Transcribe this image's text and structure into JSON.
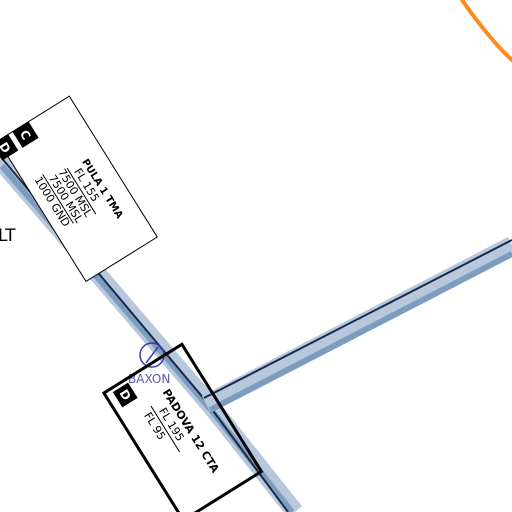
{
  "map": {
    "background": "#ffffff",
    "colors": {
      "boundary_band": "#b7c8dc",
      "boundary_band_dark": "#7e9cc0",
      "boundary_line": "#1a2a48",
      "route": "#ff8c1a",
      "waypoint": "#3a3aa8",
      "label_border": "#000000",
      "class_badge": "#000000"
    },
    "edge_fragment": "LT",
    "pula_box": {
      "classes": [
        "D",
        "C"
      ],
      "name": "PULA 1 TMA",
      "limits": [
        "FL 155",
        "7500 MSL",
        "7500 MSL",
        "1000 GND"
      ]
    },
    "padova_box": {
      "classes": [
        "D"
      ],
      "name": "PADOVA 12 CTA",
      "limits": [
        "FL 195",
        "FL 95"
      ]
    },
    "waypoint": {
      "name": "BAXON",
      "icon": "waypoint-circle-icon"
    }
  }
}
